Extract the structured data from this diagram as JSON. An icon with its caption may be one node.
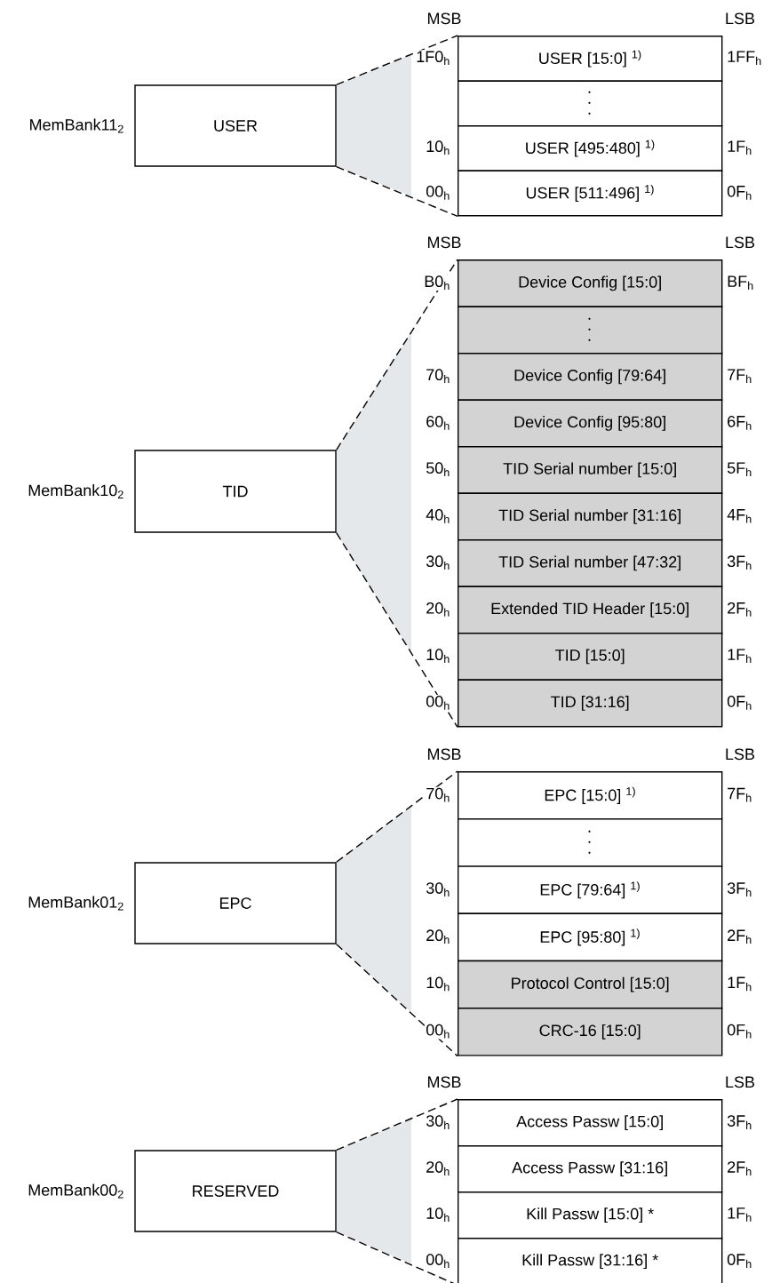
{
  "diagram": {
    "nodes": [
      {
        "text": [
          "USER"
        ],
        "beside": [
          "MemBank11$_{2}$"
        ]
      },
      {
        "text": [
          "USER [15:0] $^{1)}$"
        ],
        "beside": [
          "1F0$_{h}$",
          "1FF$_{h}$"
        ]
      },
      {
        "text": [],
        "shape": "box"
      },
      {
        "text": [
          "USER [495:480] $^{1)}$"
        ],
        "beside": [
          "10$_{h}$",
          "1F$_{h}$"
        ]
      },
      {
        "text": [
          "USER [511:496] $^{1)}$"
        ],
        "beside": [
          "00$_{h}$",
          "0F$_{h}$"
        ]
      },
      {
        "text": [
          "TID"
        ],
        "beside": [
          "MemBank10$_{2}$"
        ]
      },
      {
        "text": [
          "Device Config [15:0]"
        ],
        "beside": [
          "B0$_{h}$",
          "BF$_{h}$"
        ]
      },
      {
        "text": [],
        "shape": "box"
      },
      {
        "text": [
          "Device Config [79:64]"
        ],
        "beside": [
          "70$_{h}$",
          "7F$_{h}$"
        ]
      },
      {
        "text": [
          "Device Config [95:80]"
        ],
        "beside": [
          "60$_{h}$",
          "6F$_{h}$"
        ]
      },
      {
        "text": [
          "TID Serial number [15:0]"
        ],
        "beside": [
          "50$_{h}$",
          "5F$_{h}$"
        ]
      },
      {
        "text": [
          "TID Serial number [31:16]"
        ],
        "beside": [
          "40$_{h}$",
          "4F$_{h}$"
        ]
      },
      {
        "text": [
          "TID Serial number [47:32]"
        ],
        "beside": [
          "30$_{h}$",
          "3F$_{h}$"
        ]
      },
      {
        "text": [
          "Extended TID Header [15:0]"
        ],
        "beside": [
          "20$_{h}$",
          "2F$_{h}$"
        ]
      },
      {
        "text": [
          "TID [15:0]"
        ],
        "beside": [
          "10$_{h}$",
          "1F$_{h}$"
        ]
      },
      {
        "text": [
          "TID [31:16]"
        ],
        "beside": [
          "00$_{h}$",
          "0F$_{h}$"
        ]
      },
      {
        "text": [
          "EPC"
        ],
        "beside": [
          "MemBank01$_{2}$"
        ]
      },
      {
        "text": [
          "EPC [15:0] $^{1)}$"
        ],
        "beside": [
          "70$_{h}$",
          "7F$_{h}$"
        ]
      },
      {
        "text": [],
        "shape": "box"
      },
      {
        "text": [
          "EPC [79:64] $^{1)}$"
        ],
        "beside": [
          "30$_{h}$",
          "3F$_{h}$"
        ]
      },
      {
        "text": [
          "EPC [95:80] $^{1)}$"
        ],
        "beside": [
          "20$_{h}$",
          "2F$_{h}$"
        ]
      },
      {
        "text": [
          "Protocol Control [15:0]"
        ],
        "beside": [
          "10$_{h}$",
          "1F$_{h}$"
        ]
      },
      {
        "text": [
          "CRC-16 [15:0]"
        ],
        "beside": [
          "00$_{h}$",
          "0F$_{h}$"
        ]
      },
      {
        "text": [
          "RESERVED"
        ],
        "beside": [
          "MemBank00$_{2}$"
        ]
      },
      {
        "text": [
          "Access Passw [15:0]"
        ],
        "beside": [
          "30$_{h}$",
          "3F$_{h}$"
        ]
      },
      {
        "text": [
          "Access Passw [31:16]"
        ],
        "beside": [
          "20$_{h}$",
          "2F$_{h}$"
        ]
      },
      {
        "text": [
          "Kill Passw [15:0] *"
        ],
        "beside": [
          "10$_{h}$",
          "1F$_{h}$"
        ]
      },
      {
        "text": [
          "Kill Passw [31:16] *"
        ],
        "beside": [
          "00$_{h}$",
          "0F$_{h}$"
        ]
      }
    ],
    "edges": [
      {
        "from": 0,
        "to": 1,
        "arrow": "none",
        "style": "dashed"
      },
      {
        "from": 0,
        "to": 4,
        "arrow": "none",
        "style": "dashed"
      },
      {
        "from": 5,
        "to": 6,
        "arrow": "none",
        "style": "dashed"
      },
      {
        "from": 5,
        "to": 15,
        "arrow": "none",
        "style": "dashed"
      },
      {
        "from": 16,
        "to": 17,
        "arrow": "none",
        "style": "dashed"
      },
      {
        "from": 16,
        "to": 22,
        "arrow": "none",
        "style": "dashed"
      },
      {
        "from": 23,
        "to": 24,
        "arrow": "none",
        "style": "dashed"
      },
      {
        "from": 23,
        "to": 27,
        "arrow": "none",
        "style": "dashed"
      }
    ],
    "labels": [
      "MSB",
      "LSB",
      "MSB",
      "LSB",
      "MSB",
      "LSB",
      "MSB",
      "LSB"
    ]
  }
}
